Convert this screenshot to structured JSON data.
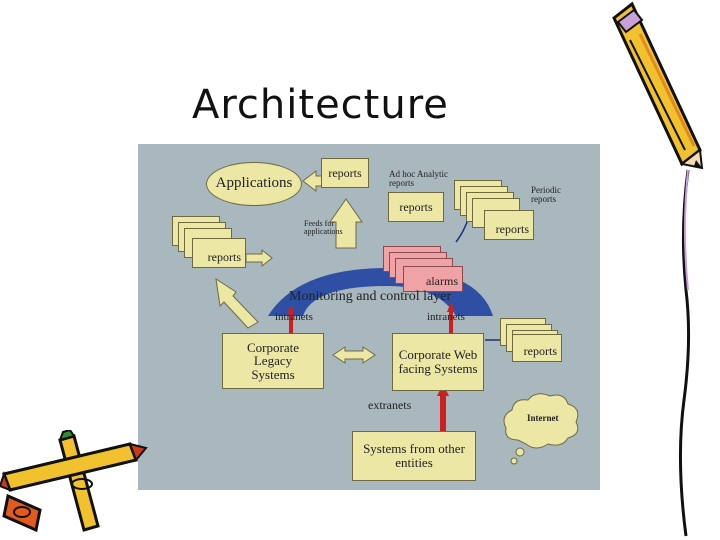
{
  "slide": {
    "title": "Architecture"
  },
  "diagram": {
    "applications": "Applications",
    "reports_label": "reports",
    "adhoc_label": "Ad hoc Analytic reports",
    "periodic_label": "Periodic reports",
    "feeds_label": "Feeds for applications",
    "alarms_label": "alarms",
    "monitoring_label": "Monitoring and control layer",
    "intranets_left": "intranets",
    "intranets_right": "intranets",
    "corporate_legacy": "Corporate Legacy Systems",
    "corporate_web": "Corporate Web facing Systems",
    "extranets": "extranets",
    "systems_other": "Systems from other entities",
    "internet": "Internet"
  },
  "colors": {
    "diagram_bg": "#a9b7bf",
    "box_fill": "#ede7a6",
    "alarm_fill": "#f0a3a7",
    "arc_fill": "#2e4fa3",
    "connector_red": "#cc1f1f"
  },
  "clipart": [
    "pencil-clipart",
    "crayon-clipart"
  ]
}
